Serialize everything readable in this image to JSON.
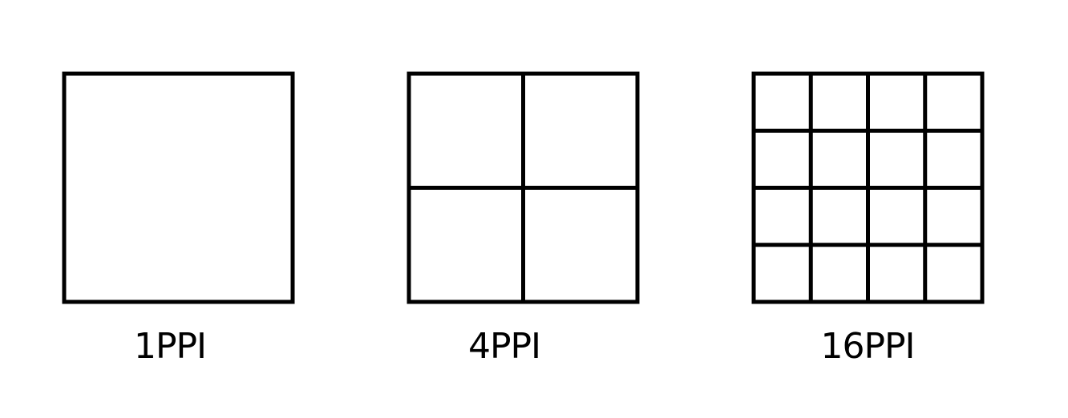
{
  "grids": [
    {
      "label": "1PPI",
      "divisions": 1
    },
    {
      "label": "4PPI",
      "divisions": 2
    },
    {
      "label": "16PPI",
      "divisions": 4
    }
  ],
  "colors": {
    "stroke": "#000000",
    "background": "#ffffff"
  }
}
